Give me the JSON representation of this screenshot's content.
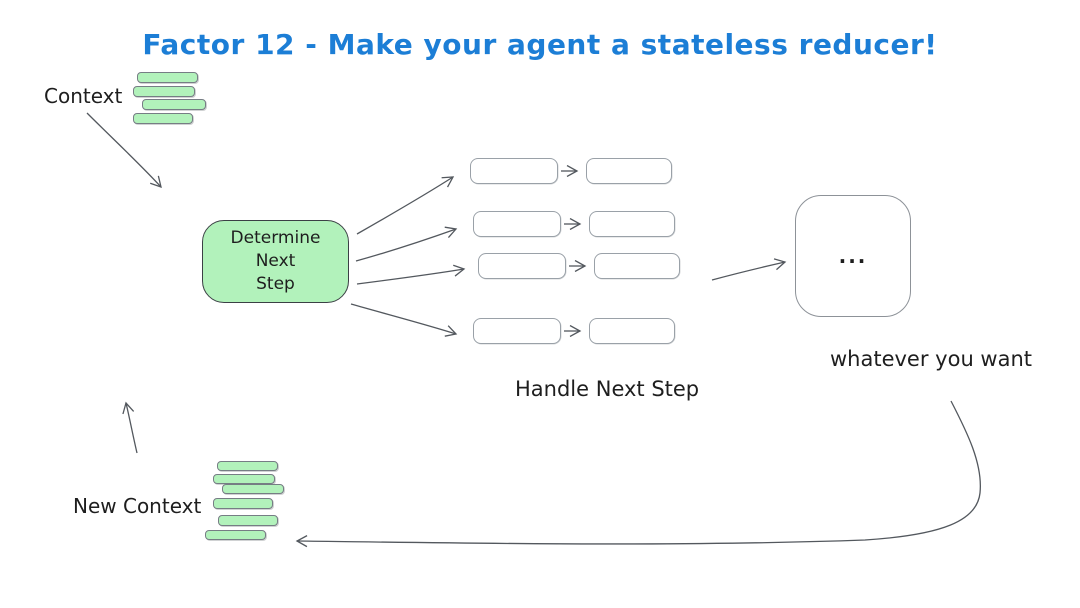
{
  "title": "Factor 12 - Make your agent a stateless reducer!",
  "labels": {
    "context": "Context",
    "new_context": "New Context",
    "determine_next_step": "Determine\nNext\nStep",
    "handle_next_step": "Handle Next Step",
    "whatever_you_want": "whatever you want",
    "ellipsis": "..."
  },
  "colors": {
    "title_blue": "#1c7ed6",
    "node_green_fill": "#b2f2bb",
    "green_node_border": "#3b4045",
    "bar_border": "#767d84",
    "step_box_border": "#9aa1a8",
    "arrow_stroke": "#53585e",
    "text": "#1e1e1e"
  },
  "icons": {
    "context_stack_bar_count": 4,
    "new_context_stack_bar_count": 6
  }
}
